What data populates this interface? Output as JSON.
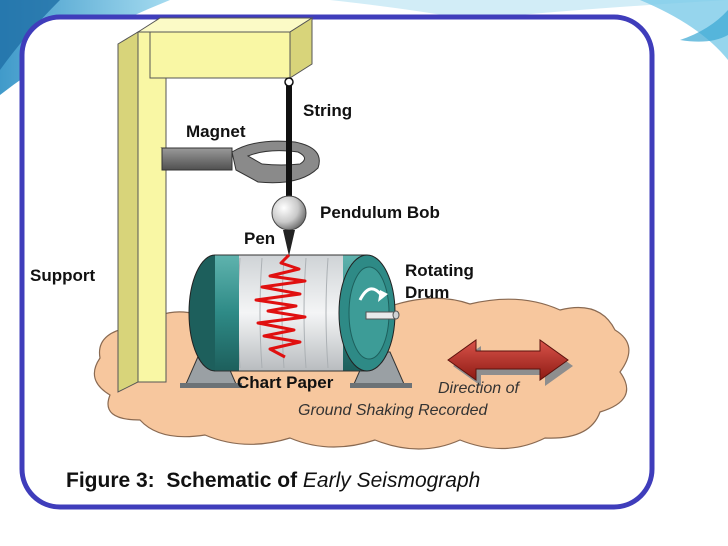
{
  "labels": {
    "string": "String",
    "magnet": "Magnet",
    "pendulum_bob": "Pendulum Bob",
    "pen": "Pen",
    "support": "Support",
    "rotating_drum_line1": "Rotating",
    "rotating_drum_line2": "Drum",
    "chart_paper": "Chart Paper",
    "direction_line1": "Direction of",
    "direction_line2": "Ground Shaking Recorded"
  },
  "caption": {
    "prefix": "Figure 3:",
    "bold_text": "Schematic of",
    "italic_text": "Early Seismograph"
  },
  "colors": {
    "slide_accent": "#39a6d3",
    "frame_border": "#3f3dbb",
    "support_fill": "#f9f7a4",
    "ground_fill": "#f7c79e",
    "drum_fill": "#2e8a86",
    "seismic_trace": "#e01010",
    "arrow_fill": "#b52a20"
  }
}
